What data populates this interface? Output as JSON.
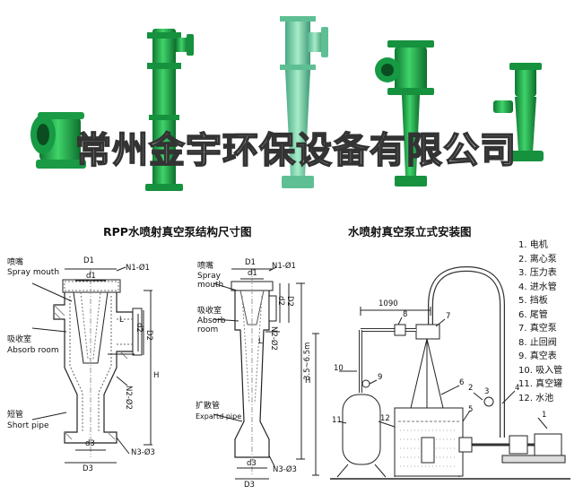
{
  "watermark": "常州金宇环保设备有限公司",
  "diagram_left": {
    "title": "RPP水喷射真空泵结构尺寸图",
    "label_spray_cn": "喷嘴",
    "label_spray_en": "Spray mouth",
    "label_absorb_cn": "吸收室",
    "label_absorb_en": "Absorb room",
    "label_short_cn": "短管",
    "label_short_en": "Short pipe",
    "dims": {
      "D1": "D1",
      "d1": "d1",
      "N1": "N1-Ø1",
      "L": "L",
      "d2": "d2",
      "D2": "D2",
      "N2": "N2-Ø2",
      "H": "H",
      "d3": "d3",
      "D3": "D3",
      "N3": "N3-Ø3"
    }
  },
  "diagram_mid": {
    "label_spray_cn": "喷嘴",
    "label_spray_en1": "Spray",
    "label_spray_en2": "mouth",
    "label_absorb_cn": "吸收室",
    "label_absorb_en1": "Absorb",
    "label_absorb_en2": "room",
    "label_expand_cn": "扩散管",
    "label_expand_en": "Expartd pipe",
    "dims": {
      "D1": "D1",
      "d1": "d1",
      "N1": "N1-Ø1",
      "L": "L",
      "d2": "d2",
      "D2": "D2",
      "N2": "N2-Ø2",
      "H": "H",
      "d3": "d3",
      "D3": "D3",
      "N3": "N3-Ø3"
    }
  },
  "diagram_right": {
    "title": "水喷射真空泵立式安装图",
    "dim_1090": "1090",
    "dim_height": "3.5~6.5m",
    "legend": [
      "1. 电机",
      "2. 离心泵",
      "3. 压力表",
      "4. 进水管",
      "5. 挡板",
      "6. 尾管",
      "7. 真空泵",
      "8. 止回阀",
      "9. 真空表",
      "10. 吸入管",
      "11. 真空罐",
      "12. 水池"
    ],
    "callouts": [
      "1",
      "2",
      "3",
      "4",
      "5",
      "6",
      "7",
      "8",
      "9",
      "10",
      "11",
      "12"
    ]
  },
  "colors": {
    "product_green": "#1fa84a",
    "product_mint": "#7fd4a8",
    "line": "#222222"
  }
}
